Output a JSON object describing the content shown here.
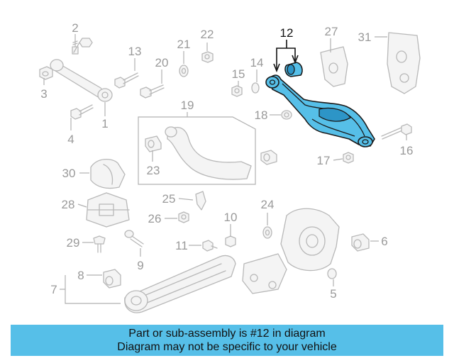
{
  "highlighted_part": "12",
  "callouts": [
    {
      "id": "1",
      "label": "1"
    },
    {
      "id": "2",
      "label": "2"
    },
    {
      "id": "3",
      "label": "3"
    },
    {
      "id": "4",
      "label": "4"
    },
    {
      "id": "5",
      "label": "5"
    },
    {
      "id": "6",
      "label": "6"
    },
    {
      "id": "7",
      "label": "7"
    },
    {
      "id": "8",
      "label": "8"
    },
    {
      "id": "9",
      "label": "9"
    },
    {
      "id": "10",
      "label": "10"
    },
    {
      "id": "11",
      "label": "11"
    },
    {
      "id": "12",
      "label": "12"
    },
    {
      "id": "13",
      "label": "13"
    },
    {
      "id": "14",
      "label": "14"
    },
    {
      "id": "15",
      "label": "15"
    },
    {
      "id": "16",
      "label": "16"
    },
    {
      "id": "17",
      "label": "17"
    },
    {
      "id": "18",
      "label": "18"
    },
    {
      "id": "19",
      "label": "19"
    },
    {
      "id": "20",
      "label": "20"
    },
    {
      "id": "21",
      "label": "21"
    },
    {
      "id": "22",
      "label": "22"
    },
    {
      "id": "23",
      "label": "23"
    },
    {
      "id": "24",
      "label": "24"
    },
    {
      "id": "25",
      "label": "25"
    },
    {
      "id": "26",
      "label": "26"
    },
    {
      "id": "27",
      "label": "27"
    },
    {
      "id": "28",
      "label": "28"
    },
    {
      "id": "29",
      "label": "29"
    },
    {
      "id": "30",
      "label": "30"
    },
    {
      "id": "31",
      "label": "31"
    }
  ],
  "banner": {
    "line1": "Part or sub-assembly is #12 in diagram",
    "line2": "Diagram may not be specific to your vehicle"
  },
  "colors": {
    "highlight": "#56bfe8",
    "banner": "#56bfe8",
    "ghost_parts": "#b8b8b8",
    "text_dark": "#111111"
  }
}
